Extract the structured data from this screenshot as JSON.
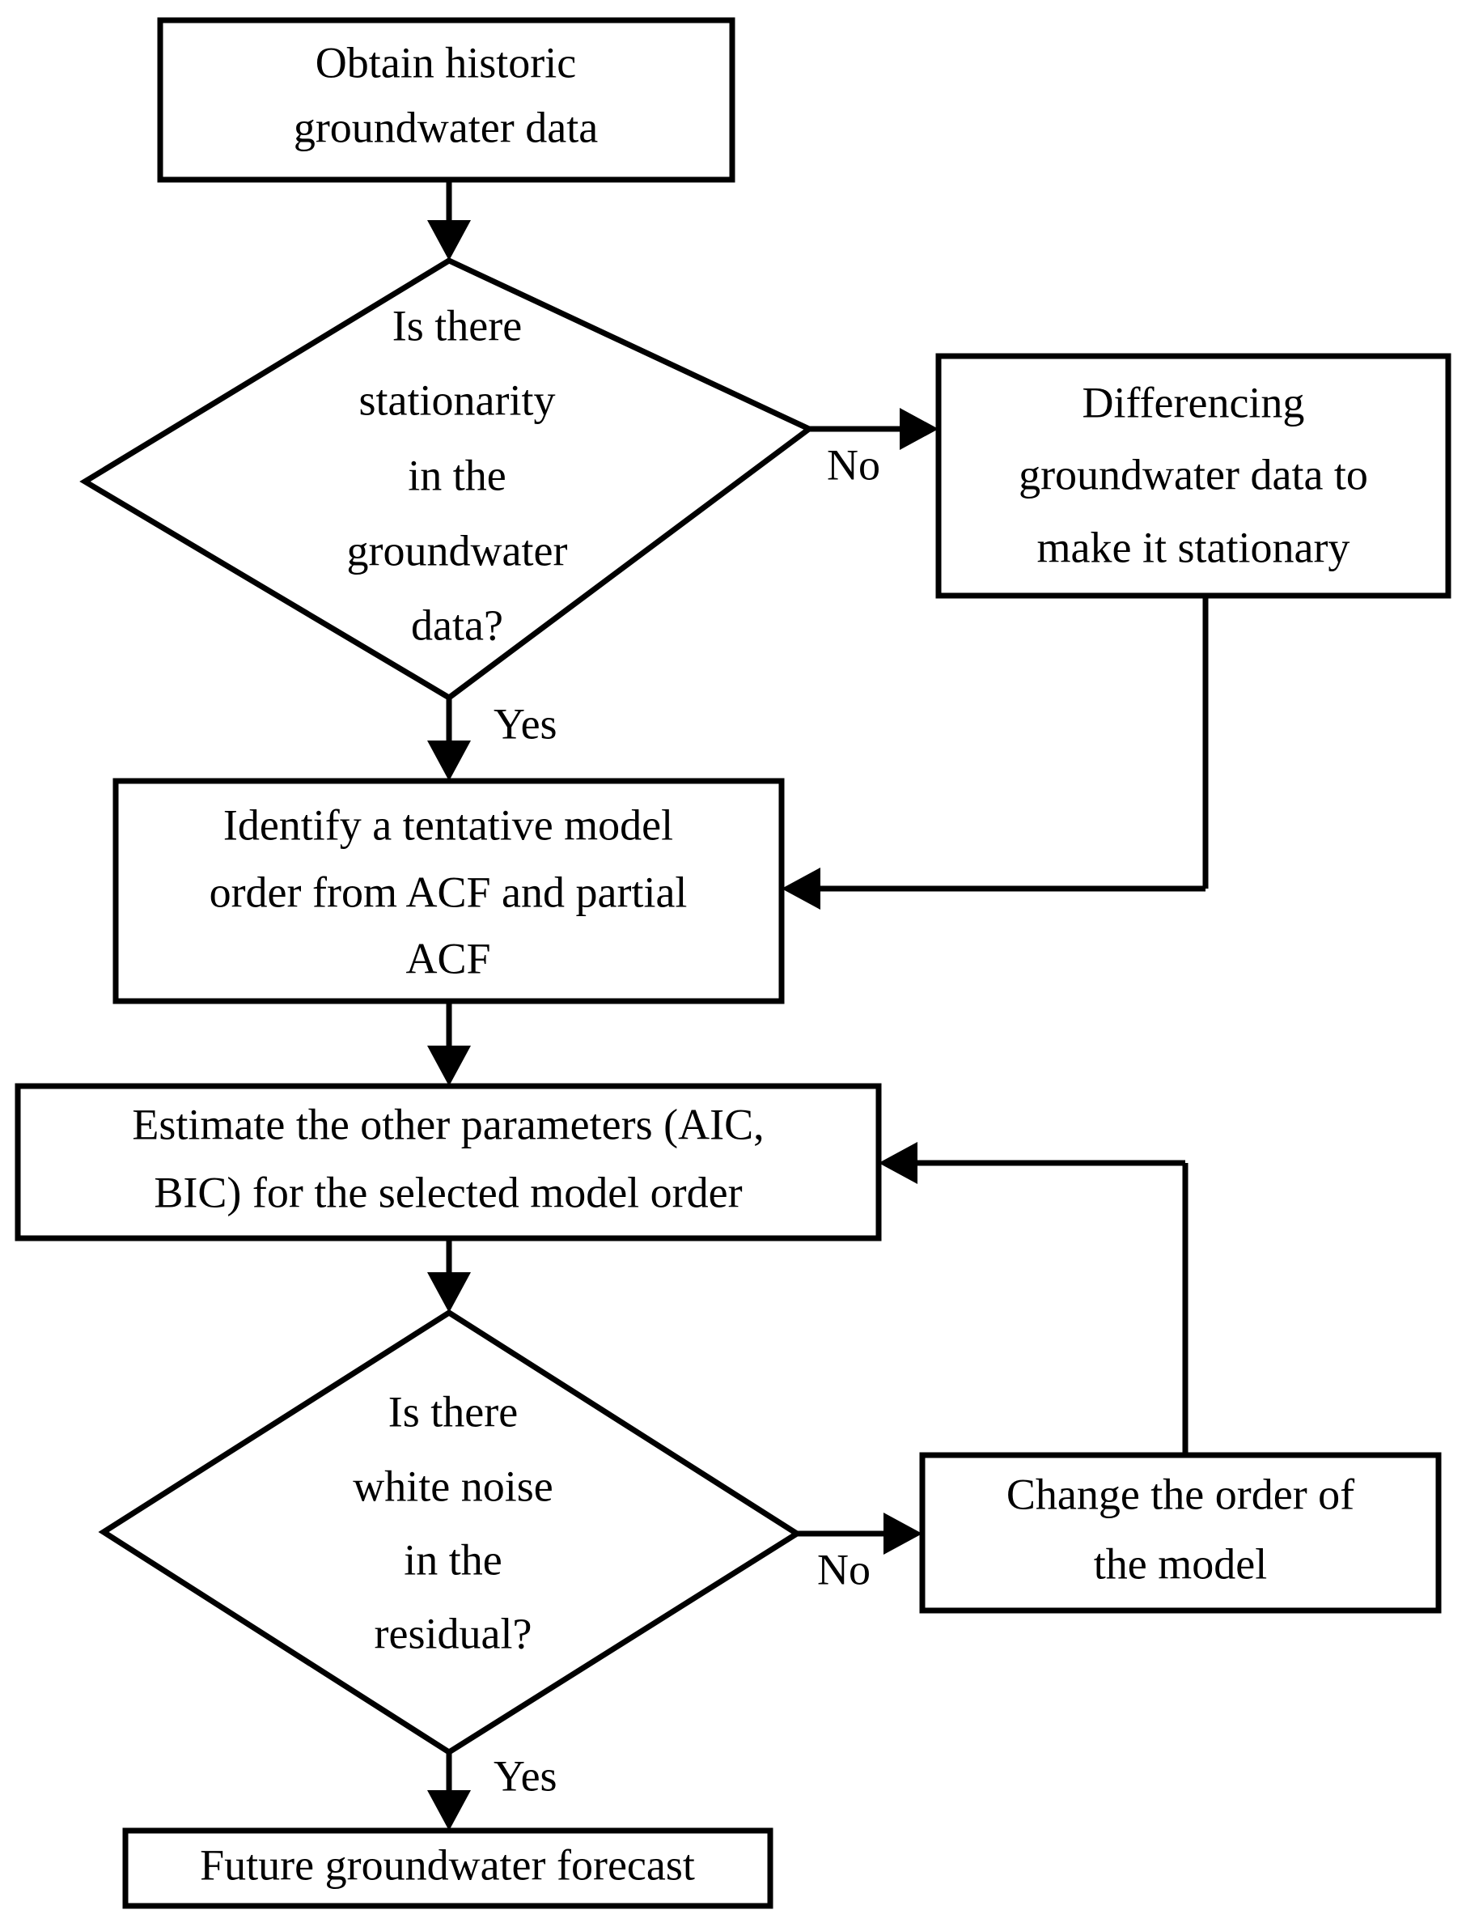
{
  "diagram": {
    "type": "flowchart",
    "title": "ARIMA groundwater forecasting workflow",
    "colors": {
      "background": "#ffffff",
      "stroke": "#000000",
      "fill": "#ffffff",
      "text": "#000000"
    },
    "nodes": [
      {
        "id": "obtain-data",
        "shape": "process",
        "lines": [
          "Obtain historic",
          "groundwater data"
        ]
      },
      {
        "id": "stationarity-decision",
        "shape": "decision",
        "lines": [
          "Is there",
          "stationarity",
          "in the",
          "groundwater",
          "data?"
        ]
      },
      {
        "id": "differencing",
        "shape": "process",
        "lines": [
          "Differencing",
          "groundwater data to",
          "make it stationary"
        ]
      },
      {
        "id": "identify-order",
        "shape": "process",
        "lines": [
          "Identify a tentative model",
          "order from ACF and partial",
          "ACF"
        ]
      },
      {
        "id": "estimate-parameters",
        "shape": "process",
        "lines": [
          "Estimate the other parameters (AIC,",
          "BIC) for the selected model order"
        ]
      },
      {
        "id": "white-noise-decision",
        "shape": "decision",
        "lines": [
          "Is there",
          "white noise",
          "in the",
          "residual?"
        ]
      },
      {
        "id": "change-order",
        "shape": "process",
        "lines": [
          "Change the order of",
          "the model"
        ]
      },
      {
        "id": "future-forecast",
        "shape": "process",
        "lines": [
          "Future groundwater forecast"
        ]
      }
    ],
    "edges": [
      {
        "id": "e1",
        "from": "obtain-data",
        "to": "stationarity-decision",
        "label": ""
      },
      {
        "id": "e2",
        "from": "stationarity-decision",
        "to": "differencing",
        "label": "No"
      },
      {
        "id": "e3",
        "from": "stationarity-decision",
        "to": "identify-order",
        "label": "Yes"
      },
      {
        "id": "e4",
        "from": "differencing",
        "to": "identify-order",
        "label": ""
      },
      {
        "id": "e5",
        "from": "identify-order",
        "to": "estimate-parameters",
        "label": ""
      },
      {
        "id": "e6",
        "from": "estimate-parameters",
        "to": "white-noise-decision",
        "label": ""
      },
      {
        "id": "e7",
        "from": "white-noise-decision",
        "to": "change-order",
        "label": "No"
      },
      {
        "id": "e8",
        "from": "change-order",
        "to": "estimate-parameters",
        "label": ""
      },
      {
        "id": "e9",
        "from": "white-noise-decision",
        "to": "future-forecast",
        "label": "Yes"
      }
    ],
    "labels": {
      "no_1": "No",
      "yes_1": "Yes",
      "no_2": "No",
      "yes_2": "Yes"
    },
    "node_text": {
      "obtain_l1": "Obtain historic",
      "obtain_l2": "groundwater data",
      "stationarity_l1": "Is there",
      "stationarity_l2": "stationarity",
      "stationarity_l3": "in the",
      "stationarity_l4": "groundwater",
      "stationarity_l5": "data?",
      "differencing_l1": "Differencing",
      "differencing_l2": "groundwater data to",
      "differencing_l3": "make it stationary",
      "identify_l1": "Identify a tentative model",
      "identify_l2": "order from ACF and partial",
      "identify_l3": "ACF",
      "estimate_l1": "Estimate the other parameters (AIC,",
      "estimate_l2": "BIC) for the selected model order",
      "whitenoise_l1": "Is there",
      "whitenoise_l2": "white noise",
      "whitenoise_l3": "in the",
      "whitenoise_l4": "residual?",
      "change_l1": "Change the order of",
      "change_l2": "the model",
      "forecast_l1": "Future groundwater forecast"
    }
  }
}
